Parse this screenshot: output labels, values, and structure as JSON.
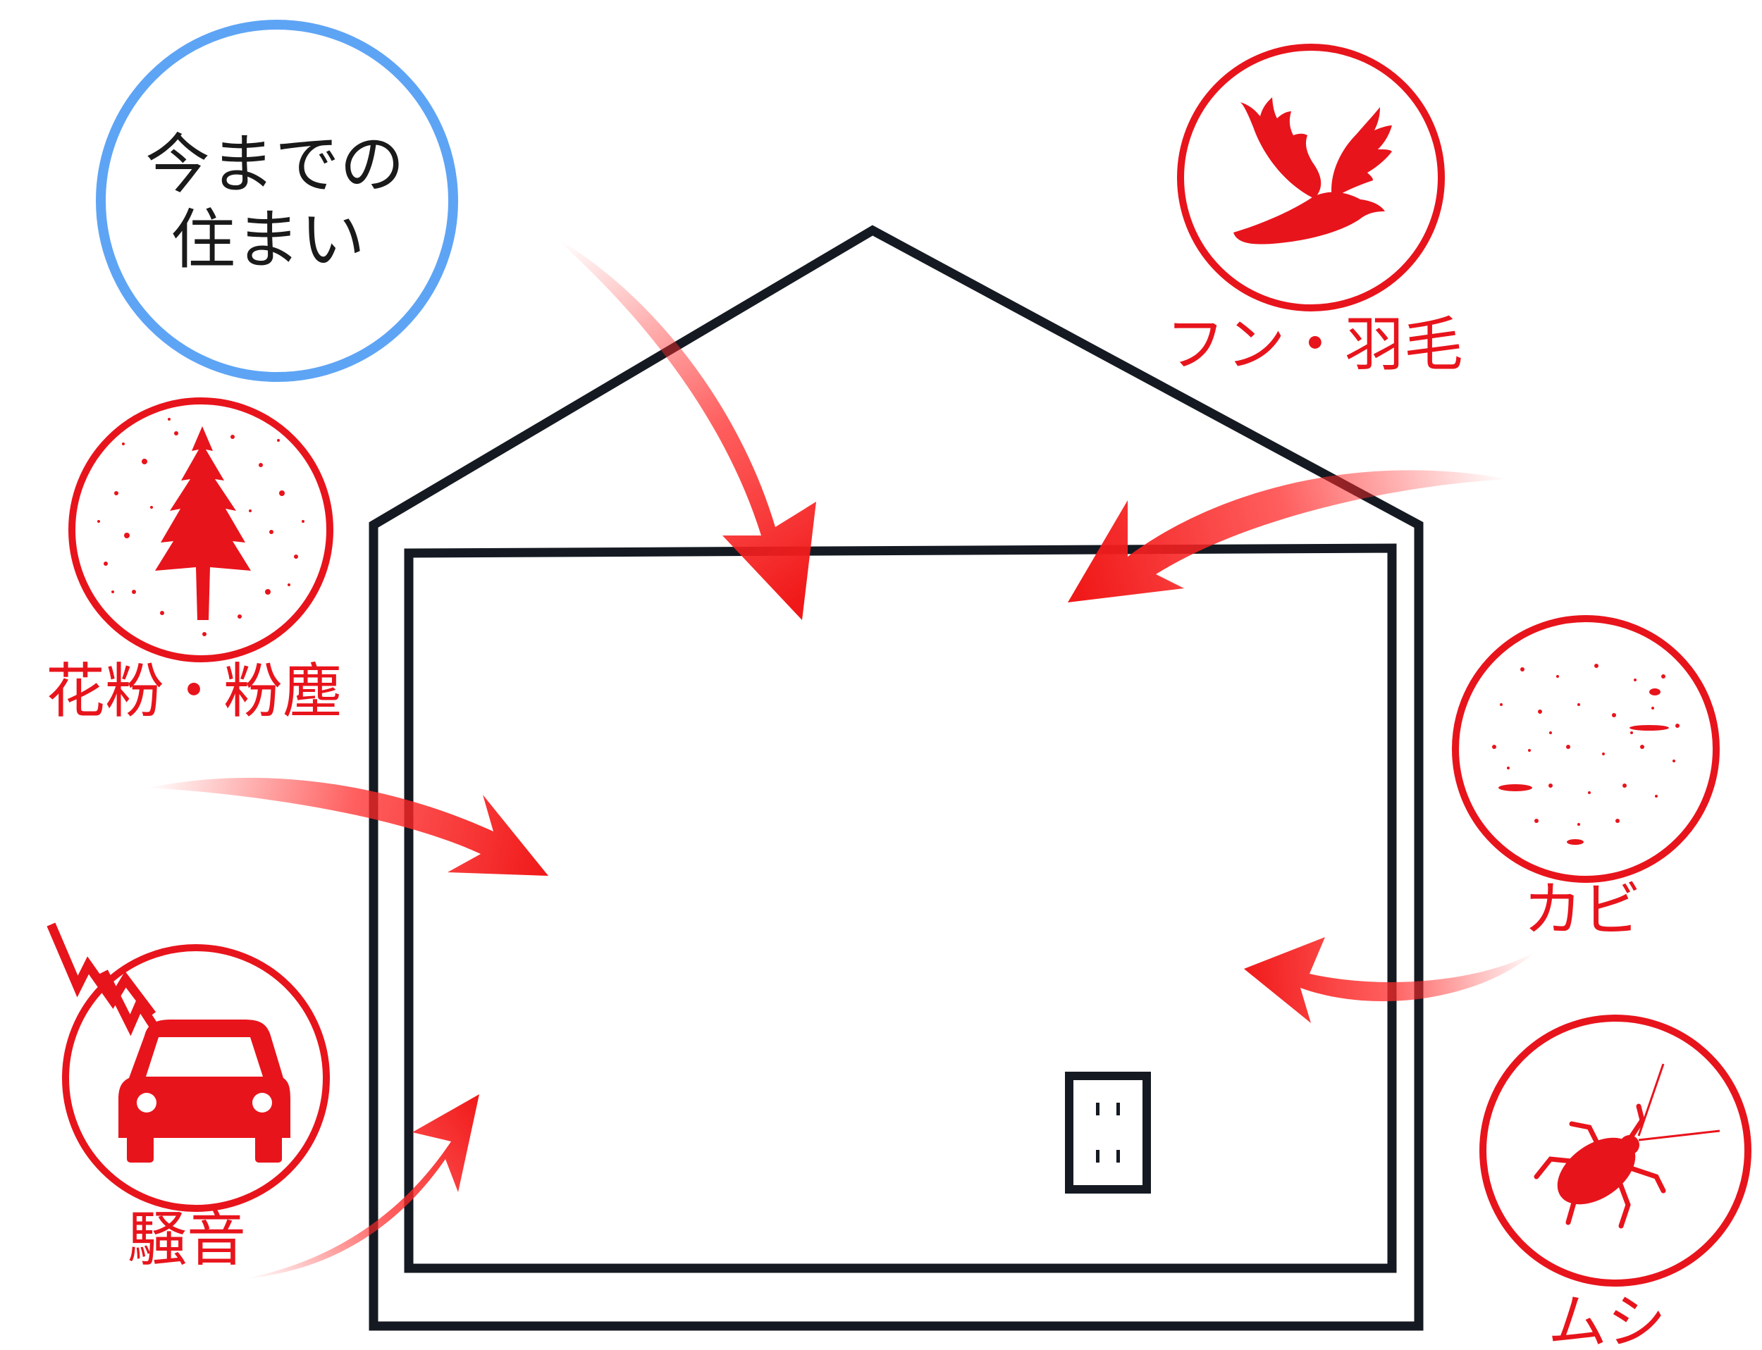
{
  "title": {
    "line1": "今までの",
    "line2": "住まい"
  },
  "hazards": [
    {
      "id": "bird",
      "label": "フン・羽毛",
      "icon": "bird-icon"
    },
    {
      "id": "pollen",
      "label": "花粉・粉塵",
      "icon": "tree-pollen-icon"
    },
    {
      "id": "mold",
      "label": "カビ",
      "icon": "mold-spores-icon"
    },
    {
      "id": "noise",
      "label": "騒音",
      "icon": "car-noise-icon"
    },
    {
      "id": "insect",
      "label": "ムシ",
      "icon": "cockroach-icon"
    }
  ],
  "colors": {
    "hazard_red": "#e8141c",
    "title_ring_blue": "#5ea4f5",
    "house_outline": "#151a22"
  }
}
